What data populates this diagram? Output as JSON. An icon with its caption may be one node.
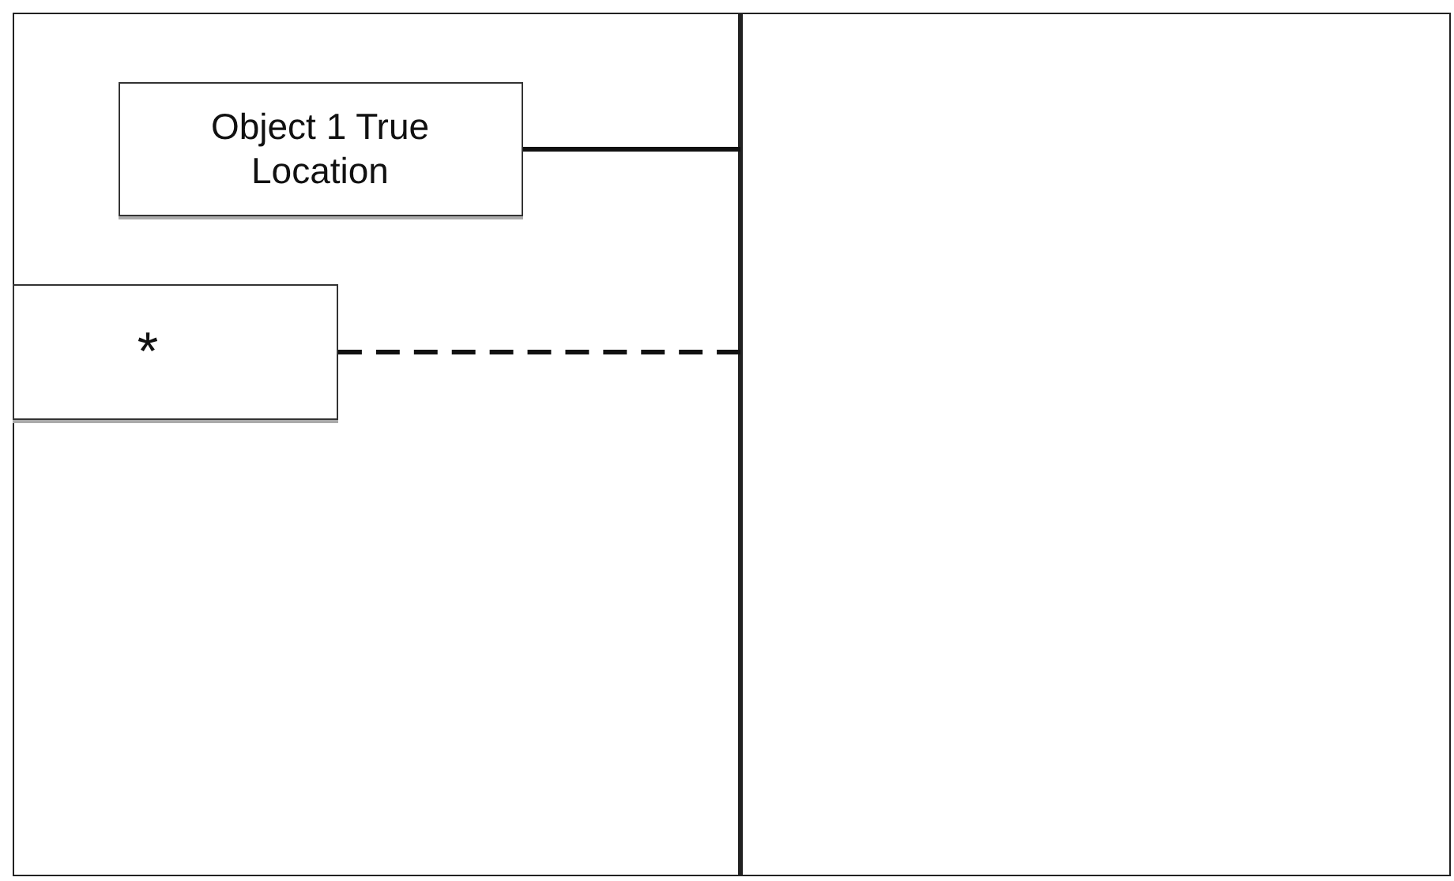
{
  "diagram": {
    "nodes": [
      {
        "text": [],
        "shape": "box"
      },
      {
        "text": [
          "Object 1 True Location"
        ],
        "in": 0
      },
      {
        "text": [
          "*"
        ],
        "in": 0
      },
      {
        "text": [],
        "shape": "box"
      }
    ],
    "edges": [
      {
        "from": 1,
        "to": 3,
        "arrow": "none"
      },
      {
        "from": 2,
        "to": 3,
        "arrow": "none",
        "style": "dashed"
      }
    ]
  }
}
